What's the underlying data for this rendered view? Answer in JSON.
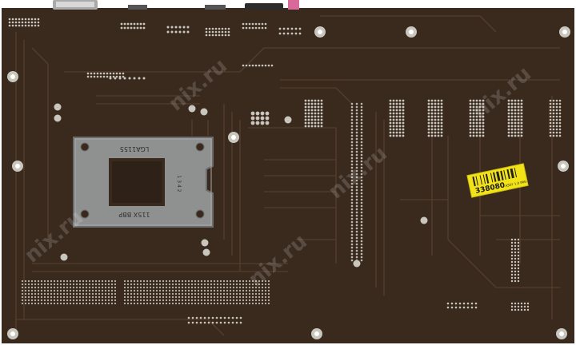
{
  "photo": {
    "board_color": "#3a2a1e",
    "trace_color": "#5a4130",
    "pad_color": "#c9c6bd",
    "bracket_color": "#8f9090",
    "sticker_color": "#f2e218"
  },
  "bracket": {
    "top_marking": "LGA1155",
    "bottom_marking": "115X BBP",
    "side_marking": "1 3 4 2"
  },
  "sticker": {
    "barcode_number": "338080",
    "fine_print": "ASSY 1.0  IMG"
  },
  "watermarks": [
    "nix.ru",
    "nix.ru",
    "nix.ru",
    "nix.ru",
    "nix.ru"
  ]
}
